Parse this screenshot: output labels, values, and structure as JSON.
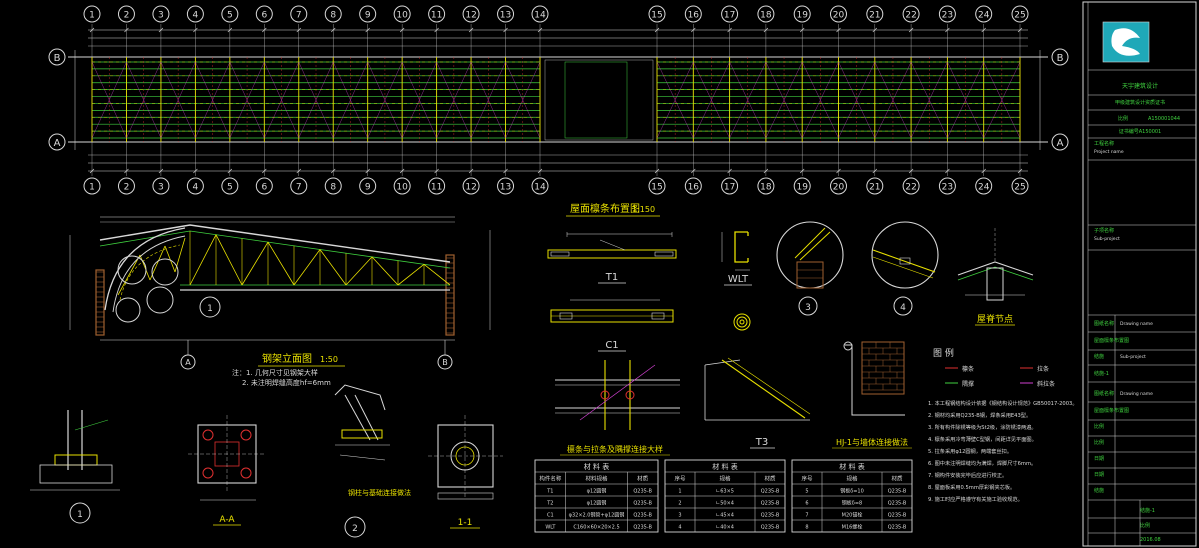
{
  "grid": {
    "top_labels": [
      "1",
      "2",
      "3",
      "4",
      "5",
      "6",
      "7",
      "8",
      "9",
      "10",
      "11",
      "12",
      "13",
      "14",
      "15",
      "16",
      "17",
      "18",
      "19",
      "20",
      "21",
      "22",
      "23",
      "24",
      "25"
    ],
    "row_labels": [
      "B",
      "A"
    ]
  },
  "titles": {
    "plan_title": "屋面檩条布置图",
    "plan_scale": "1:150",
    "truss_title": "钢架立面图",
    "truss_scale": "1:50",
    "roof_node": "屋脊节点",
    "purlin_detail": "檩条与拉条及隅撑连接大样",
    "wall_detail": "HJ-1与墙体连接做法",
    "section_aa": "A-A",
    "section_11": "1-1",
    "anchor_detail": "钢柱与基础连接做法"
  },
  "part_labels": {
    "t1": "T1",
    "c1": "C1",
    "wlt": "WLT",
    "t3": "T3"
  },
  "detail_numbers": [
    "1",
    "2",
    "3",
    "4"
  ],
  "truss_notes": [
    "注：1. 几何尺寸见钢架大样",
    "2. 未注明焊缝高度hf=6mm"
  ],
  "tables": [
    {
      "title": "材 料 表",
      "headers": [
        "构件名称",
        "材料规格",
        "材质"
      ],
      "rows": [
        [
          "T1",
          "φ12圆钢",
          "Q235-B"
        ],
        [
          "T2",
          "φ12圆钢",
          "Q235-B"
        ],
        [
          "C1",
          "φ32×2.0钢管+φ12圆钢",
          "Q235-B"
        ],
        [
          "WLT",
          "C160×60×20×2.5",
          "Q235-B"
        ]
      ]
    },
    {
      "title": "材 料 表",
      "headers": [
        "序号",
        "规格",
        "材质"
      ],
      "rows": [
        [
          "1",
          "∟63×5",
          "Q235-B"
        ],
        [
          "2",
          "∟50×4",
          "Q235-B"
        ],
        [
          "3",
          "∟45×4",
          "Q235-B"
        ],
        [
          "4",
          "∟40×4",
          "Q235-B"
        ]
      ]
    },
    {
      "title": "材 料 表",
      "headers": [
        "序号",
        "规格",
        "材质"
      ],
      "rows": [
        [
          "5",
          "钢板δ=10",
          "Q235-B"
        ],
        [
          "6",
          "钢板δ=8",
          "Q235-B"
        ],
        [
          "7",
          "M20锚栓",
          "Q235-B"
        ],
        [
          "8",
          "M16螺栓",
          "Q235-B"
        ]
      ]
    }
  ],
  "legend": {
    "title": "图 例",
    "items": [
      "檩条",
      "拉条",
      "隅撑",
      "斜拉条"
    ]
  },
  "design_notes": [
    "1. 本工程钢结构设计依据《钢结构设计规范》GB50017-2003。",
    "2. 钢材均采用Q235-B钢，焊条采用E43型。",
    "3. 所有构件除锈等级为St2级，涂防锈漆两遍。",
    "4. 檩条采用冷弯薄壁C型钢，间距详见平面图。",
    "5. 拉条采用φ12圆钢，两端套丝扣。",
    "6. 图中未注明焊缝均为满焊，焊脚尺寸6mm。",
    "7. 钢构件安装完毕后应进行校正。",
    "8. 屋面板采用0.5mm厚彩钢夹芯板。",
    "9. 施工时应严格遵守有关施工验收规范。"
  ],
  "title_block": {
    "company": "天宇建筑设计",
    "certificate": "甲级建筑设计资质证书",
    "cert_no": "A150001044",
    "license": "证书编号A150001",
    "field_a": "工程名称",
    "field_a_en": "Project name",
    "field_b": "子项名称",
    "field_b_en": "Sub-project",
    "field_c": "图纸名称",
    "field_c_en": "Drawing name",
    "field_d": "屋面檩条布置图",
    "field_e": "结施",
    "field_f": "结施-1",
    "field_g": "比例",
    "field_h": "日期",
    "field_i": "2016.08"
  },
  "colors": {
    "line_green": "#3fd13f",
    "text_yellow": "#e8e000",
    "line_white": "#d8d8d8",
    "line_cyan": "#39d0d0",
    "line_red": "#e03030",
    "line_magenta": "#d040d0",
    "brick_brown": "#a06030"
  }
}
